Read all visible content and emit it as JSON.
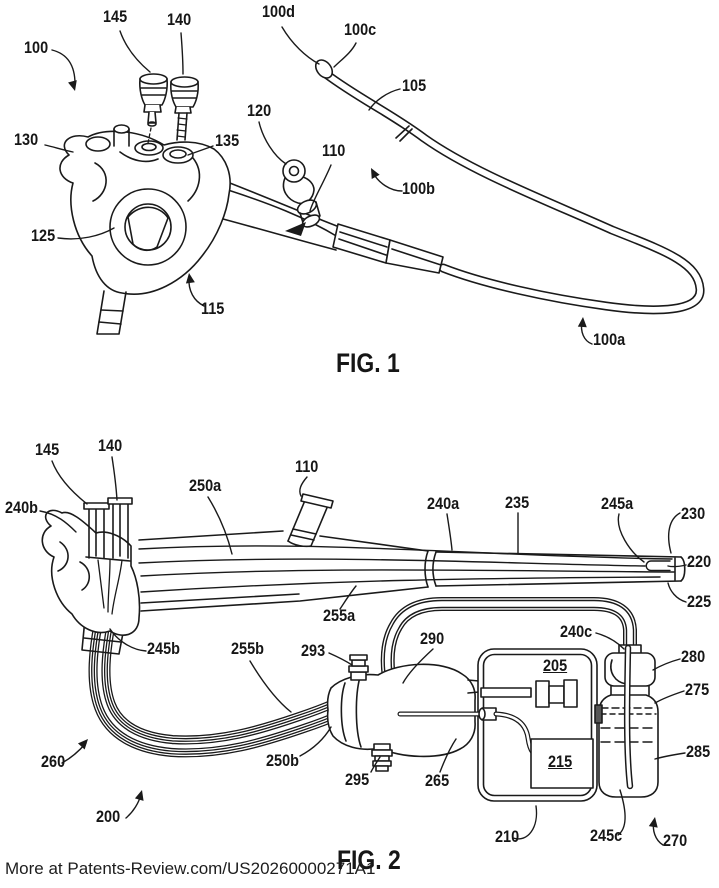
{
  "watermark": "More at Patents-Review.com/US20260000271A1",
  "fig1": {
    "caption": "FIG. 1",
    "labels": {
      "n100": "100",
      "n145": "145",
      "n140": "140",
      "n100d": "100d",
      "n100c": "100c",
      "n105": "105",
      "n130": "130",
      "n135": "135",
      "n120": "120",
      "n110": "110",
      "n100b": "100b",
      "n125": "125",
      "n115": "115",
      "n100a": "100a"
    }
  },
  "fig2": {
    "caption": "FIG. 2",
    "labels": {
      "n145": "145",
      "n140": "140",
      "n110": "110",
      "n250a": "250a",
      "n240b": "240b",
      "n240a": "240a",
      "n235": "235",
      "n245a": "245a",
      "n230": "230",
      "n220": "220",
      "n225": "225",
      "n255a": "255a",
      "n245b": "245b",
      "n255b": "255b",
      "n293": "293",
      "n290": "290",
      "n240c": "240c",
      "n280": "280",
      "n205": "205",
      "n275": "275",
      "n215": "215",
      "n285": "285",
      "n260": "260",
      "n250b": "250b",
      "n295": "295",
      "n265": "265",
      "n200": "200",
      "n210": "210",
      "n245c": "245c",
      "n270": "270"
    }
  }
}
